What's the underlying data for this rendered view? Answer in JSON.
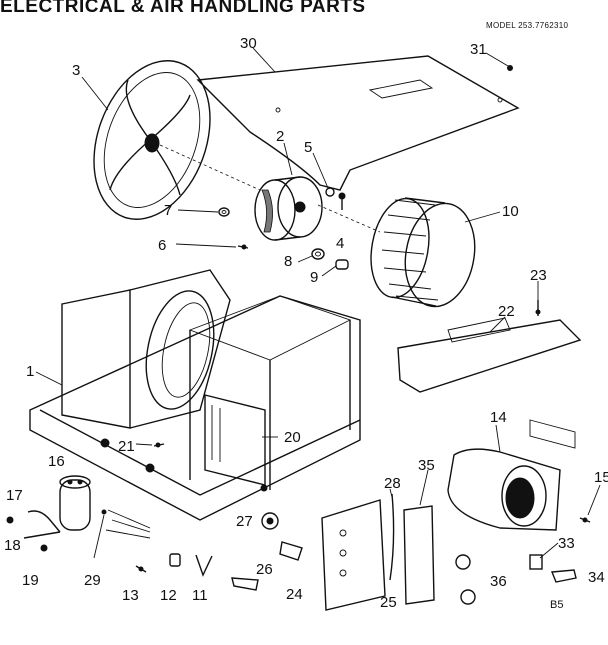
{
  "header": {
    "title": "ELECTRICAL & AIR HANDLING PARTS",
    "model": "MODEL 253.7762310"
  },
  "footer": {
    "page_code": "B5"
  },
  "callouts": {
    "c1": "1",
    "c2": "2",
    "c3": "3",
    "c4": "4",
    "c5": "5",
    "c6": "6",
    "c7": "7",
    "c8": "8",
    "c9": "9",
    "c10": "10",
    "c11": "11",
    "c12": "12",
    "c13": "13",
    "c14": "14",
    "c15": "15",
    "c16": "16",
    "c17": "17",
    "c18": "18",
    "c19": "19",
    "c20": "20",
    "c21": "21",
    "c22": "22",
    "c23": "23",
    "c24": "24",
    "c25": "25",
    "c26": "26",
    "c27": "27",
    "c28": "28",
    "c29": "29",
    "c30": "30",
    "c31": "31",
    "c33": "33",
    "c34": "34",
    "c35": "35",
    "c36": "36"
  }
}
